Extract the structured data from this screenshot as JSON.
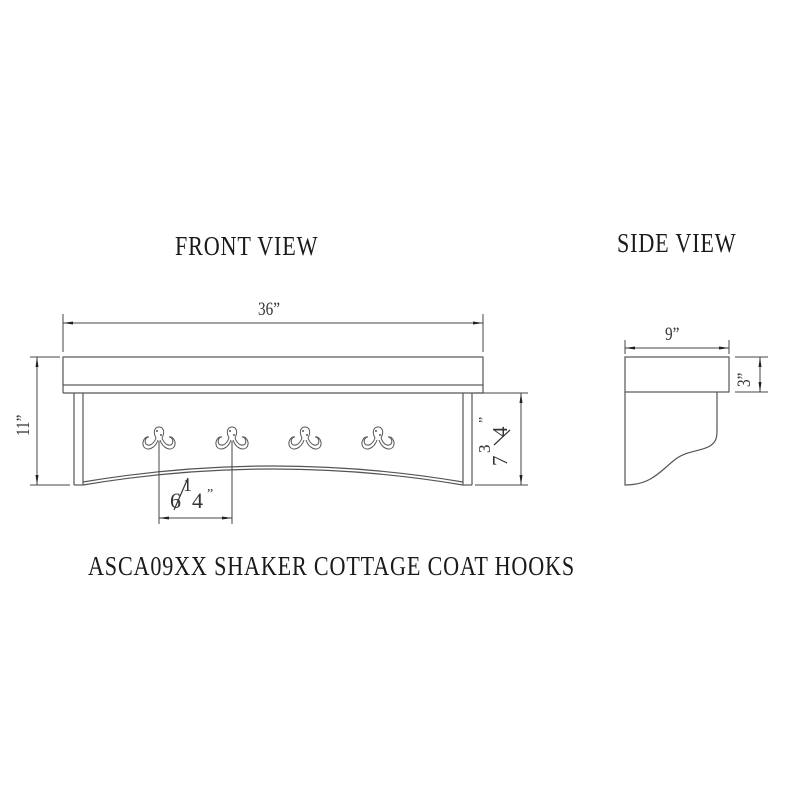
{
  "drawing": {
    "title": "ASCA09XX SHAKER COTTAGE COAT HOOKS",
    "views": {
      "front": {
        "label": "FRONT VIEW",
        "dimensions": {
          "overall_width": "36”",
          "overall_height": "11”",
          "bracket_height_whole": "7",
          "bracket_height_num": "3",
          "bracket_height_den": "4",
          "bracket_height_unit": "”",
          "hook_spacing_whole": "6",
          "hook_spacing_num": "1",
          "hook_spacing_den": "4",
          "hook_spacing_unit": "”"
        },
        "hook_count": 4
      },
      "side": {
        "label": "SIDE VIEW",
        "dimensions": {
          "depth": "9”",
          "shelf_thickness": "3”"
        }
      }
    },
    "colors": {
      "line": "#555555",
      "text": "#1a1a1a",
      "background": "#ffffff"
    }
  }
}
